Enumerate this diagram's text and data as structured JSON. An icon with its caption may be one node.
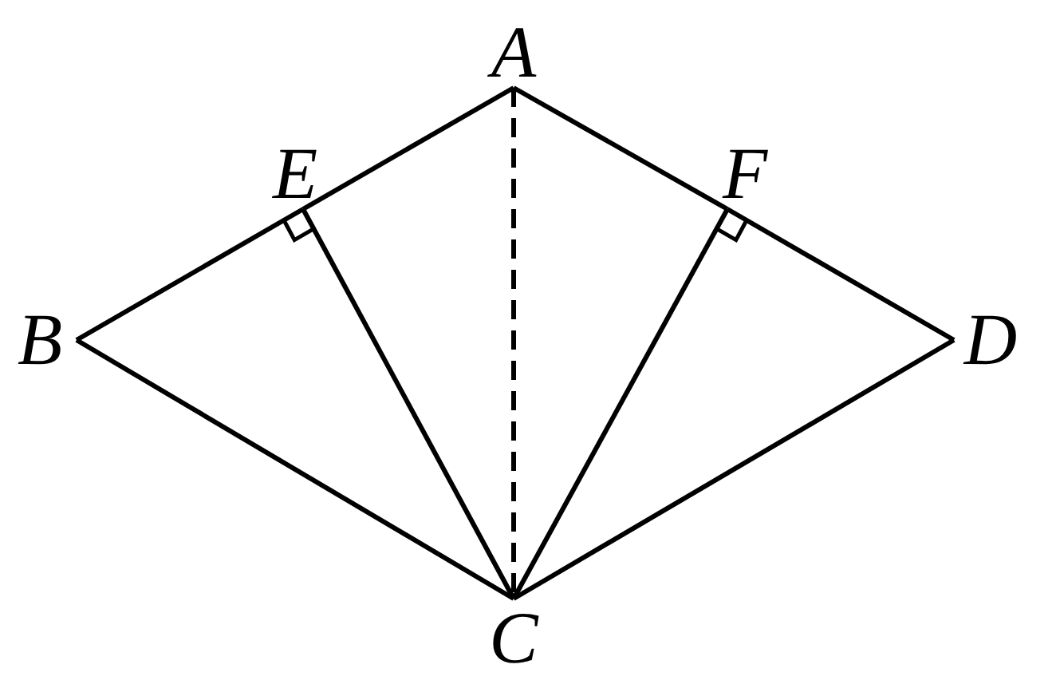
{
  "diagram": {
    "nodes": [
      {
        "text": [
          "A"
        ]
      },
      {
        "text": [
          "E"
        ]
      },
      {
        "text": [
          "F"
        ]
      },
      {
        "text": [
          "B"
        ]
      },
      {
        "text": [
          "D"
        ]
      },
      {
        "text": [
          "C"
        ]
      }
    ],
    "edges": [
      {
        "from": 0,
        "to": 1,
        "arrow": "none"
      },
      {
        "from": 1,
        "to": 3,
        "arrow": "none"
      },
      {
        "from": 0,
        "to": 2,
        "arrow": "none"
      },
      {
        "from": 2,
        "to": 4,
        "arrow": "none"
      },
      {
        "from": 3,
        "to": 5,
        "arrow": "none"
      },
      {
        "from": 4,
        "to": 5,
        "arrow": "none"
      },
      {
        "from": 1,
        "to": 5,
        "arrow": "none"
      },
      {
        "from": 2,
        "to": 5,
        "arrow": "none"
      },
      {
        "from": 0,
        "to": 5,
        "arrow": "none",
        "style": "dashed"
      }
    ]
  }
}
